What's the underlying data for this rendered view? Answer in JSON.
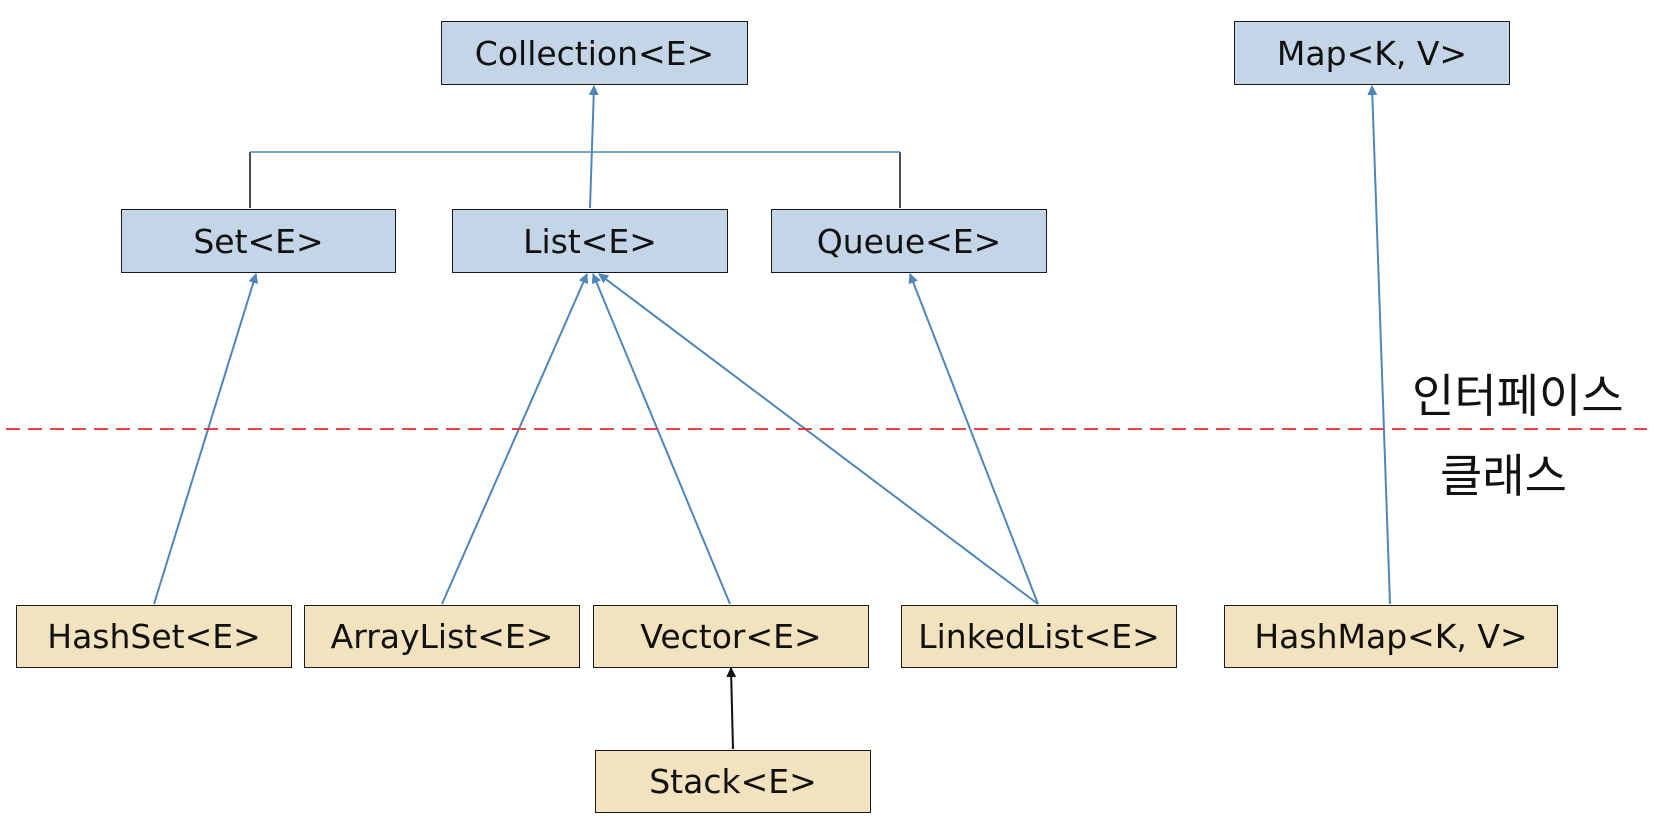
{
  "interfaces": {
    "collection": "Collection<E>",
    "map": "Map<K, V>",
    "set": "Set<E>",
    "list": "List<E>",
    "queue": "Queue<E>"
  },
  "classes": {
    "hashset": "HashSet<E>",
    "arraylist": "ArrayList<E>",
    "vector": "Vector<E>",
    "linkedlist": "LinkedList<E>",
    "hashmap": "HashMap<K, V>",
    "stack": "Stack<E>"
  },
  "regions": {
    "interface_label": "인터페이스",
    "class_label": "클래스"
  },
  "colors": {
    "interface_fill": "#c3d5e6",
    "class_fill": "#f2e2bd",
    "arrow": "#4f86b8",
    "divider": "#e8262d"
  }
}
